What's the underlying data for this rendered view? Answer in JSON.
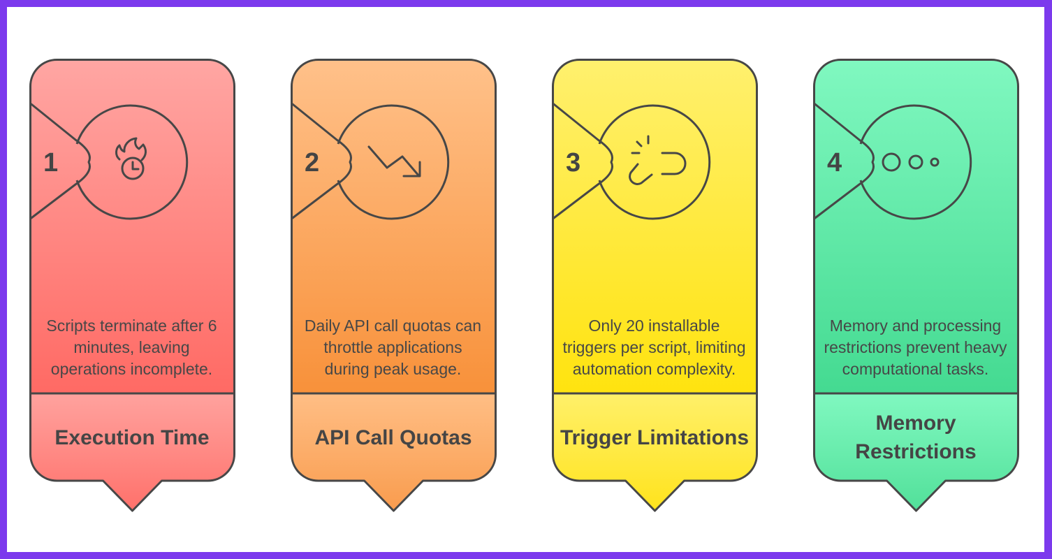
{
  "diagram": {
    "cards": [
      {
        "number": "1",
        "icon": "fire-clock-icon",
        "description": "Scripts terminate after 6 minutes, leaving operations incomplete.",
        "title": "Execution Time",
        "colors": {
          "top": "#FFA6A3",
          "bottom": "#FF6A64",
          "header_top": "#FFA29E",
          "header_bottom": "#FF716B"
        }
      },
      {
        "number": "2",
        "icon": "trending-down-icon",
        "description": "Daily API call quotas can throttle applications during peak usage.",
        "title": "API Call Quotas",
        "colors": {
          "top": "#FFC18A",
          "bottom": "#F8913A",
          "header_top": "#FFBE85",
          "header_bottom": "#F99C4E"
        }
      },
      {
        "number": "3",
        "icon": "broken-link-icon",
        "description": "Only 20 installable triggers per script, limiting automation complexity.",
        "title": "Trigger Limitations",
        "colors": {
          "top": "#FFF06E",
          "bottom": "#FFE30F",
          "header_top": "#FFF06A",
          "header_bottom": "#FFE31C"
        }
      },
      {
        "number": "4",
        "icon": "ellipsis-circles-icon",
        "description": "Memory and processing restrictions prevent heavy computational tasks.",
        "title": "Memory Restrictions",
        "colors": {
          "top": "#80F8C0",
          "bottom": "#44DA91",
          "header_top": "#80F8C0",
          "header_bottom": "#52E09A"
        }
      }
    ],
    "outline_color": "#474747",
    "frame_color": "#7C3AED"
  }
}
